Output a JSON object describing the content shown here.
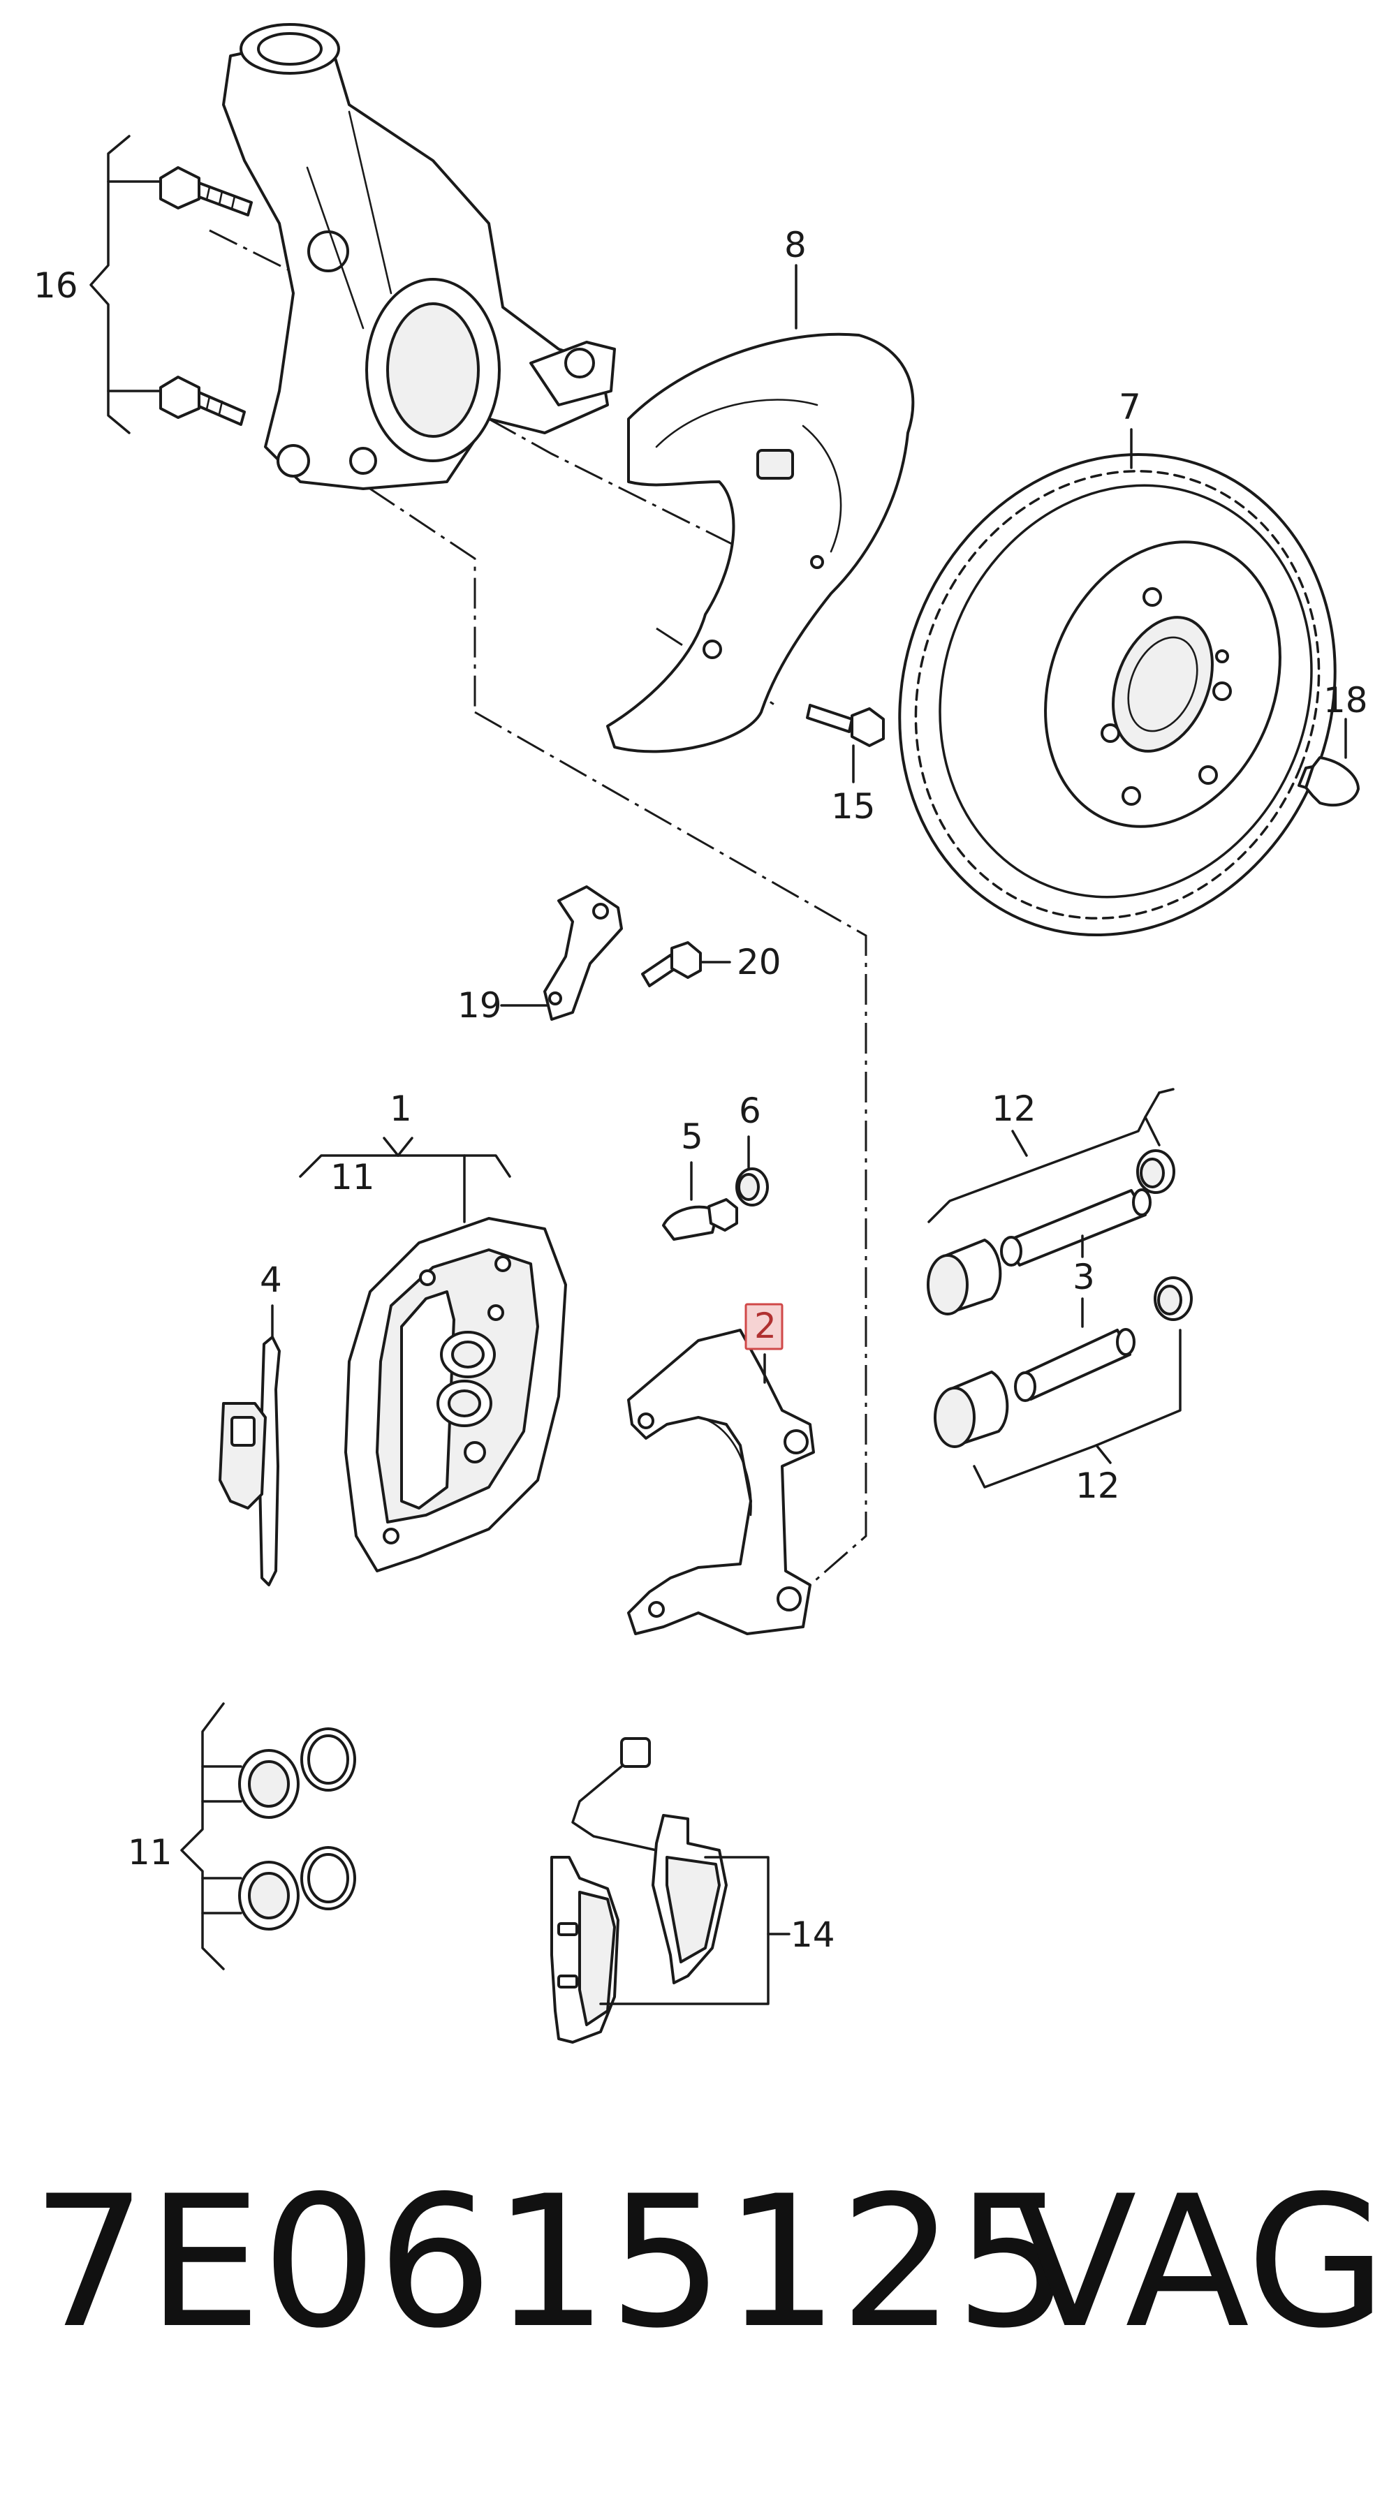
{
  "diagram": {
    "labels": {
      "p1": "1",
      "p2": "2",
      "p3": "3",
      "p4": "4",
      "p5": "5",
      "p6": "6",
      "p7": "7",
      "p8": "8",
      "p11a": "11",
      "p11b": "11",
      "p12a": "12",
      "p12b": "12",
      "p14": "14",
      "p15": "15",
      "p16": "16",
      "p18": "18",
      "p19": "19",
      "p20": "20"
    },
    "highlighted": "2",
    "highlight_color": "#d04848"
  },
  "footer": {
    "part_number": "7E0615125",
    "brand": "VAG"
  }
}
